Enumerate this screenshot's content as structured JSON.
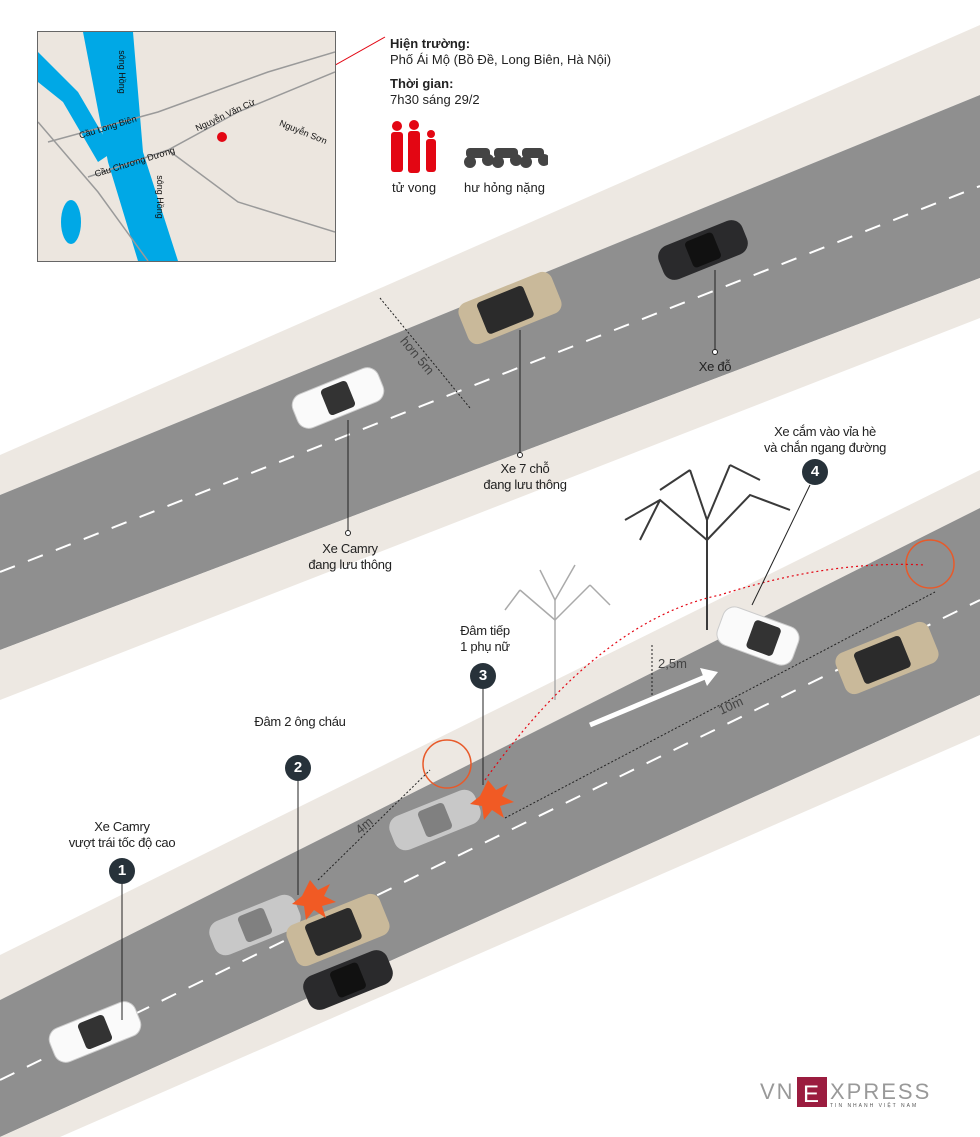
{
  "map": {
    "labels": {
      "song_hong_1": "sông Hồng",
      "song_hong_2": "sông Hồng",
      "cau_long_bien": "Cầu Long Biên",
      "cau_chuong_duong": "Cầu Chương Dương",
      "nguyen_van_cu": "Nguyễn Văn Cừ",
      "nguyen_son": "Nguyễn Sơn"
    }
  },
  "info": {
    "scene_heading": "Hiện trường:",
    "scene_value": "Phố Ái Mộ (Bồ Đề, Long Biên, Hà Nội)",
    "time_heading": "Thời gian:",
    "time_value": "7h30 sáng 29/2",
    "deaths_label": "tử vong",
    "deaths_count": 3,
    "damaged_label": "hư hỏng nặng",
    "damaged_count": 3
  },
  "labels": {
    "parked_car": "Xe đỗ",
    "suv_line1": "Xe 7 chỗ",
    "suv_line2": "đang lưu thông",
    "camry_line1": "Xe Camry",
    "camry_line2": "đang lưu thông",
    "distance_top": "hơn 5m",
    "step4_line1": "Xe cắm vào vỉa hè",
    "step4_line2": "và chắn ngang đường",
    "step3_line1": "Đâm tiếp",
    "step3_line2": "1 phụ nữ",
    "step2": "Đâm 2 ông cháu",
    "step1_line1": "Xe Camry",
    "step1_line2": "vượt trái tốc độ cao",
    "dist_25": "2,5m",
    "dist_10": "10m",
    "dist_4": "4m"
  },
  "steps": [
    "1",
    "2",
    "3",
    "4"
  ],
  "logo": {
    "brand": "VNEXPRESS",
    "tagline": "TIN NHANH VIỆT NAM"
  },
  "colors": {
    "road": "#8f8f8f",
    "sidewalk": "#ede8e2",
    "water": "#00a8e6",
    "accent": "#e30613",
    "badge": "#27323a",
    "logo": "#9b1c3f"
  }
}
